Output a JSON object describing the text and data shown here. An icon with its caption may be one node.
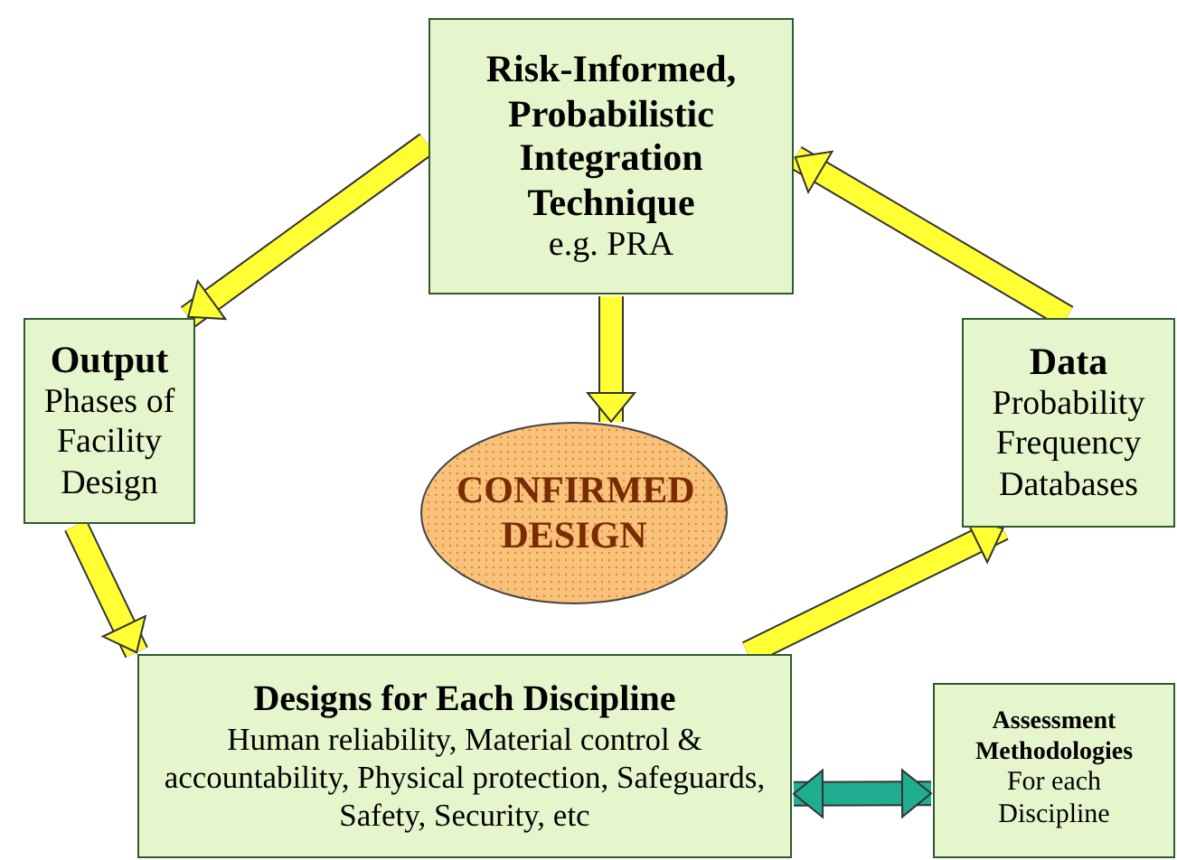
{
  "diagram": {
    "nodes": [
      {
        "text": [
          "Risk-Informed, Probabilistic Integration Technique",
          "e.g. PRA"
        ]
      },
      {
        "text": [
          "Output",
          "Phases of Facility Design"
        ]
      },
      {
        "text": [
          "Data",
          "Probability Frequency Databases"
        ]
      },
      {
        "text": [
          "CONFIRMED DESIGN"
        ]
      },
      {
        "text": [
          "Designs for Each Discipline",
          "Human reliability, Material control & accountability, Physical protection, Safeguards, Safety, Security, etc"
        ]
      },
      {
        "text": [
          "Assessment Methodologies",
          "For each Discipline"
        ]
      }
    ],
    "edges": [
      {
        "from": 0,
        "to": 1,
        "arrow": "to"
      },
      {
        "from": 0,
        "to": 3,
        "arrow": "to"
      },
      {
        "from": 1,
        "to": 4,
        "arrow": "to"
      },
      {
        "from": 4,
        "to": 2,
        "arrow": "to"
      },
      {
        "from": 2,
        "to": 0,
        "arrow": "to"
      },
      {
        "from": 4,
        "to": 5,
        "arrow": "both",
        "color": "#1fae8f"
      }
    ]
  }
}
